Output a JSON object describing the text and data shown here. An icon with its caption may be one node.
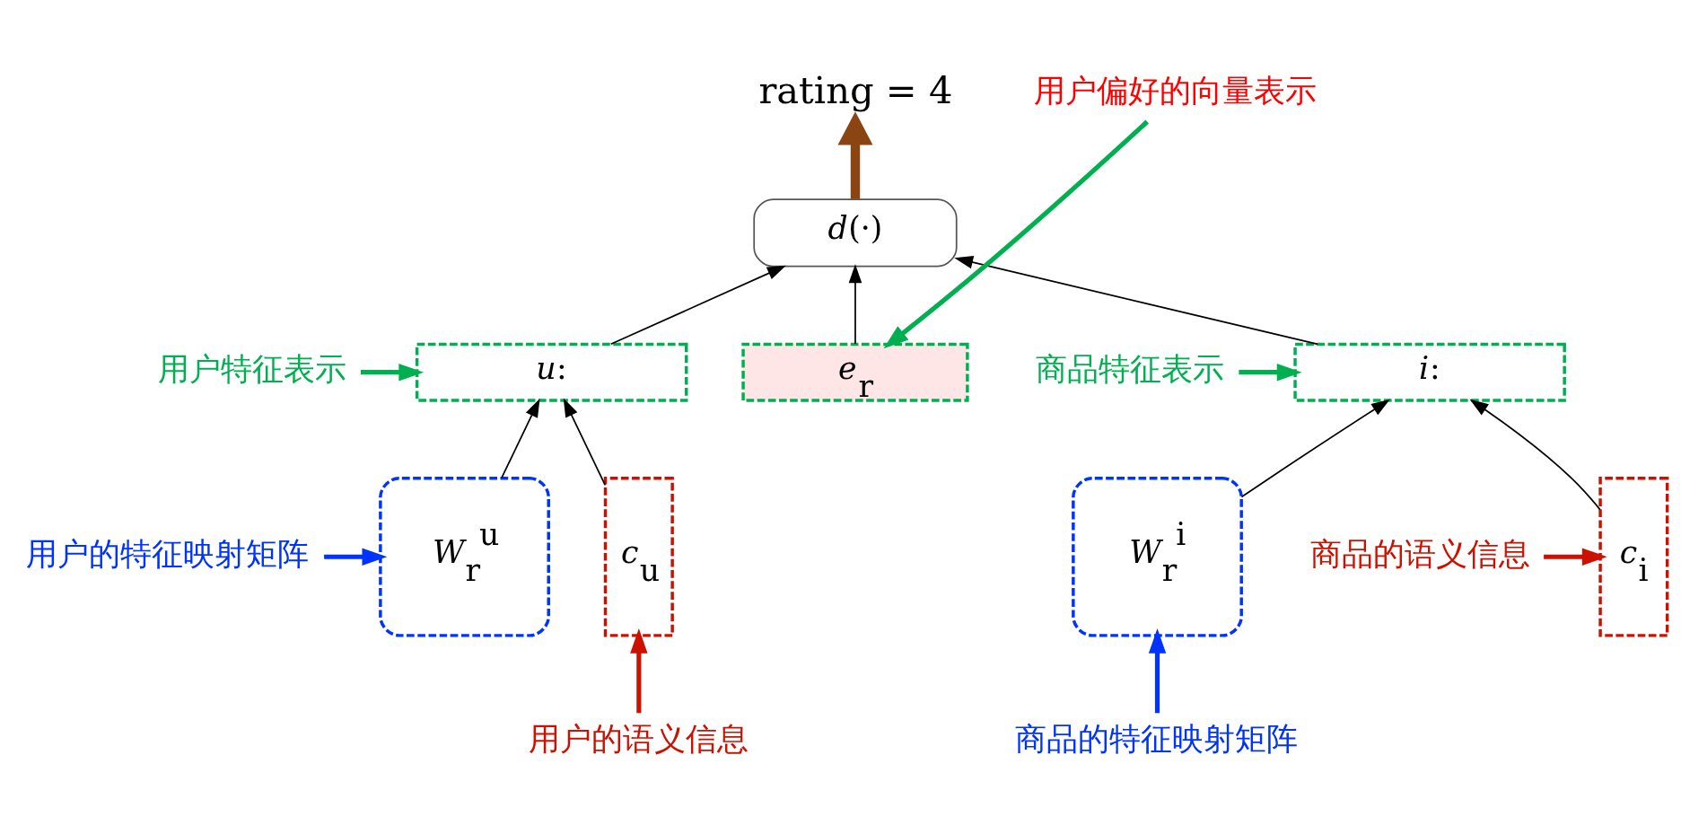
{
  "diagram": {
    "nodes": [
      {
        "text": [
          "rating = 4"
        ]
      },
      {
        "text": [
          "*d*(·)"
        ]
      },
      {
        "text": [
          "*u*:"
        ]
      },
      {
        "text": [
          "*e*$_{r}$"
        ]
      },
      {
        "text": [
          "*i*:"
        ]
      },
      {
        "text": [
          "*W*$_{r}$$^{u}$"
        ]
      },
      {
        "text": [
          "*c*$_{u}$"
        ]
      },
      {
        "text": [
          "*W*$_{r}$$^{i}$"
        ]
      },
      {
        "text": [
          "*c*$_{i}$"
        ]
      },
      {
        "text": [
          "用户特征表示"
        ]
      },
      {
        "text": [
          "用户偏好的向量表示"
        ]
      },
      {
        "text": [
          "商品特征表示"
        ]
      },
      {
        "text": [
          "用户的特征映射矩阵"
        ]
      },
      {
        "text": [
          "用户的语义信息"
        ]
      },
      {
        "text": [
          "商品的语义信息"
        ]
      },
      {
        "text": [
          "商品的特征映射矩阵"
        ]
      }
    ],
    "edges": [
      {
        "from": 1,
        "to": 0,
        "arrow": "to",
        "style": "thick",
        "color": "#8b4513"
      },
      {
        "from": 2,
        "to": 1,
        "arrow": "to"
      },
      {
        "from": 3,
        "to": 1,
        "arrow": "to"
      },
      {
        "from": 4,
        "to": 1,
        "arrow": "to"
      },
      {
        "from": 5,
        "to": 2,
        "arrow": "to"
      },
      {
        "from": 6,
        "to": 2,
        "arrow": "to"
      },
      {
        "from": 7,
        "to": 4,
        "arrow": "to"
      },
      {
        "from": 8,
        "to": 4,
        "arrow": "to"
      },
      {
        "from": 9,
        "to": 2,
        "arrow": "to",
        "color": "#00b050"
      },
      {
        "from": 10,
        "to": 3,
        "arrow": "to",
        "color": "#00b050"
      },
      {
        "from": 11,
        "to": 4,
        "arrow": "to",
        "color": "#00b050"
      },
      {
        "from": 12,
        "to": 5,
        "arrow": "to",
        "color": "#0033ff"
      },
      {
        "from": 13,
        "to": 6,
        "arrow": "to",
        "color": "#cc1100"
      },
      {
        "from": 14,
        "to": 8,
        "arrow": "to",
        "color": "#cc1100"
      },
      {
        "from": 15,
        "to": 7,
        "arrow": "to",
        "color": "#0033ff"
      }
    ]
  }
}
